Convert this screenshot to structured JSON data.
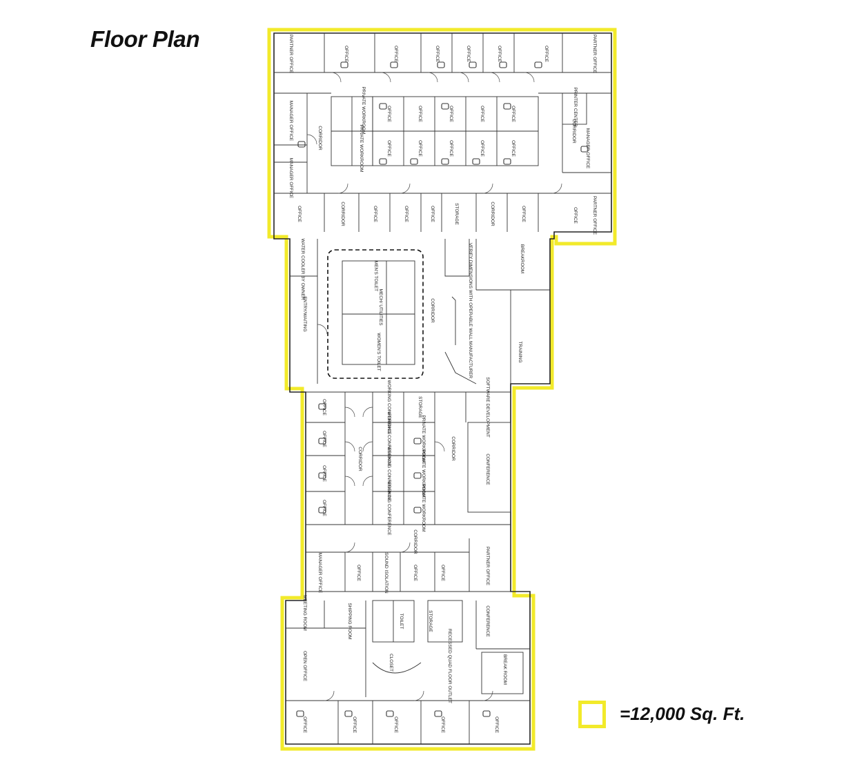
{
  "title": "Floor Plan",
  "legend": {
    "label": "=12,000 Sq. Ft.",
    "color": "#f2ea2a"
  },
  "rooms": {
    "top_row": [
      "PARTNER OFFICE",
      "OFFICE",
      "OFFICE",
      "OFFICE",
      "OFFICE",
      "OFFICE",
      "OFFICE",
      "PARTNER OFFICE"
    ],
    "top_left": [
      "MANAGER OFFICE",
      "CORRIDOR",
      "PRIVATE WORKROOM",
      "PRIVATE WORKROOM",
      "MANAGER OFFICE"
    ],
    "top_grid": [
      "OFFICE",
      "OFFICE",
      "OFFICE",
      "OFFICE",
      "OFFICE",
      "OFFICE",
      "OFFICE",
      "OFFICE",
      "OFFICE",
      "OFFICE"
    ],
    "top_right": [
      "PRINTER CENTER",
      "CORRIDOR",
      "MANAGER OFFICE"
    ],
    "third_row": [
      "OFFICE",
      "CORRIDOR",
      "OFFICE",
      "OFFICE",
      "OFFICE",
      "STORAGE",
      "CORRIDOR",
      "OFFICE",
      "OFFICE",
      "PARTNER OFFICE"
    ],
    "middle": [
      "WATER COOLER BY OWNER",
      "ENTRY/WAITING",
      "MEN'S TOILET",
      "MECH/ UTILITIES",
      "WOMEN'S TOILET",
      "CORRIDOR",
      "VERIFY DIMENSIONS WITH OPERABLE WALL MANUFACTURER",
      "BREAKROOM",
      "TRAINING"
    ],
    "lower_left": [
      "OFFICE",
      "OFFICE",
      "OFFICE",
      "OFFICE",
      "CORRIDOR"
    ],
    "lower_center": [
      "WORKING CONFERENCE",
      "WORKING CONFERENCE",
      "WORKING CONFERENCE",
      "WORKING CONFERENCE",
      "STORAGE",
      "PRIVATE WORKROOM",
      "PRIVATE WORKROOM",
      "PRIVATE WORKROOM",
      "CORRIDOR"
    ],
    "lower_right": [
      "SOFTWARE DEVELOPMENT",
      "CONFERENCE"
    ],
    "lower_corridor_row": [
      "CORRIDOR",
      "MANAGER OFFICE",
      "OFFICE",
      "SOUND ISOLATION",
      "OFFICE",
      "OFFICE",
      "PARTNER OFFICE"
    ],
    "bottom": [
      "MEETING ROOM",
      "SHIPPING ROOM",
      "TOILET",
      "STORAGE",
      "CONFERENCE",
      "OPEN OFFICE",
      "CLOSET",
      "RECESSED QUAD FLOOR OUTLET",
      "BREAK ROOM",
      "OFFICE",
      "OFFICE",
      "OFFICE",
      "OFFICE",
      "OFFICE"
    ]
  }
}
